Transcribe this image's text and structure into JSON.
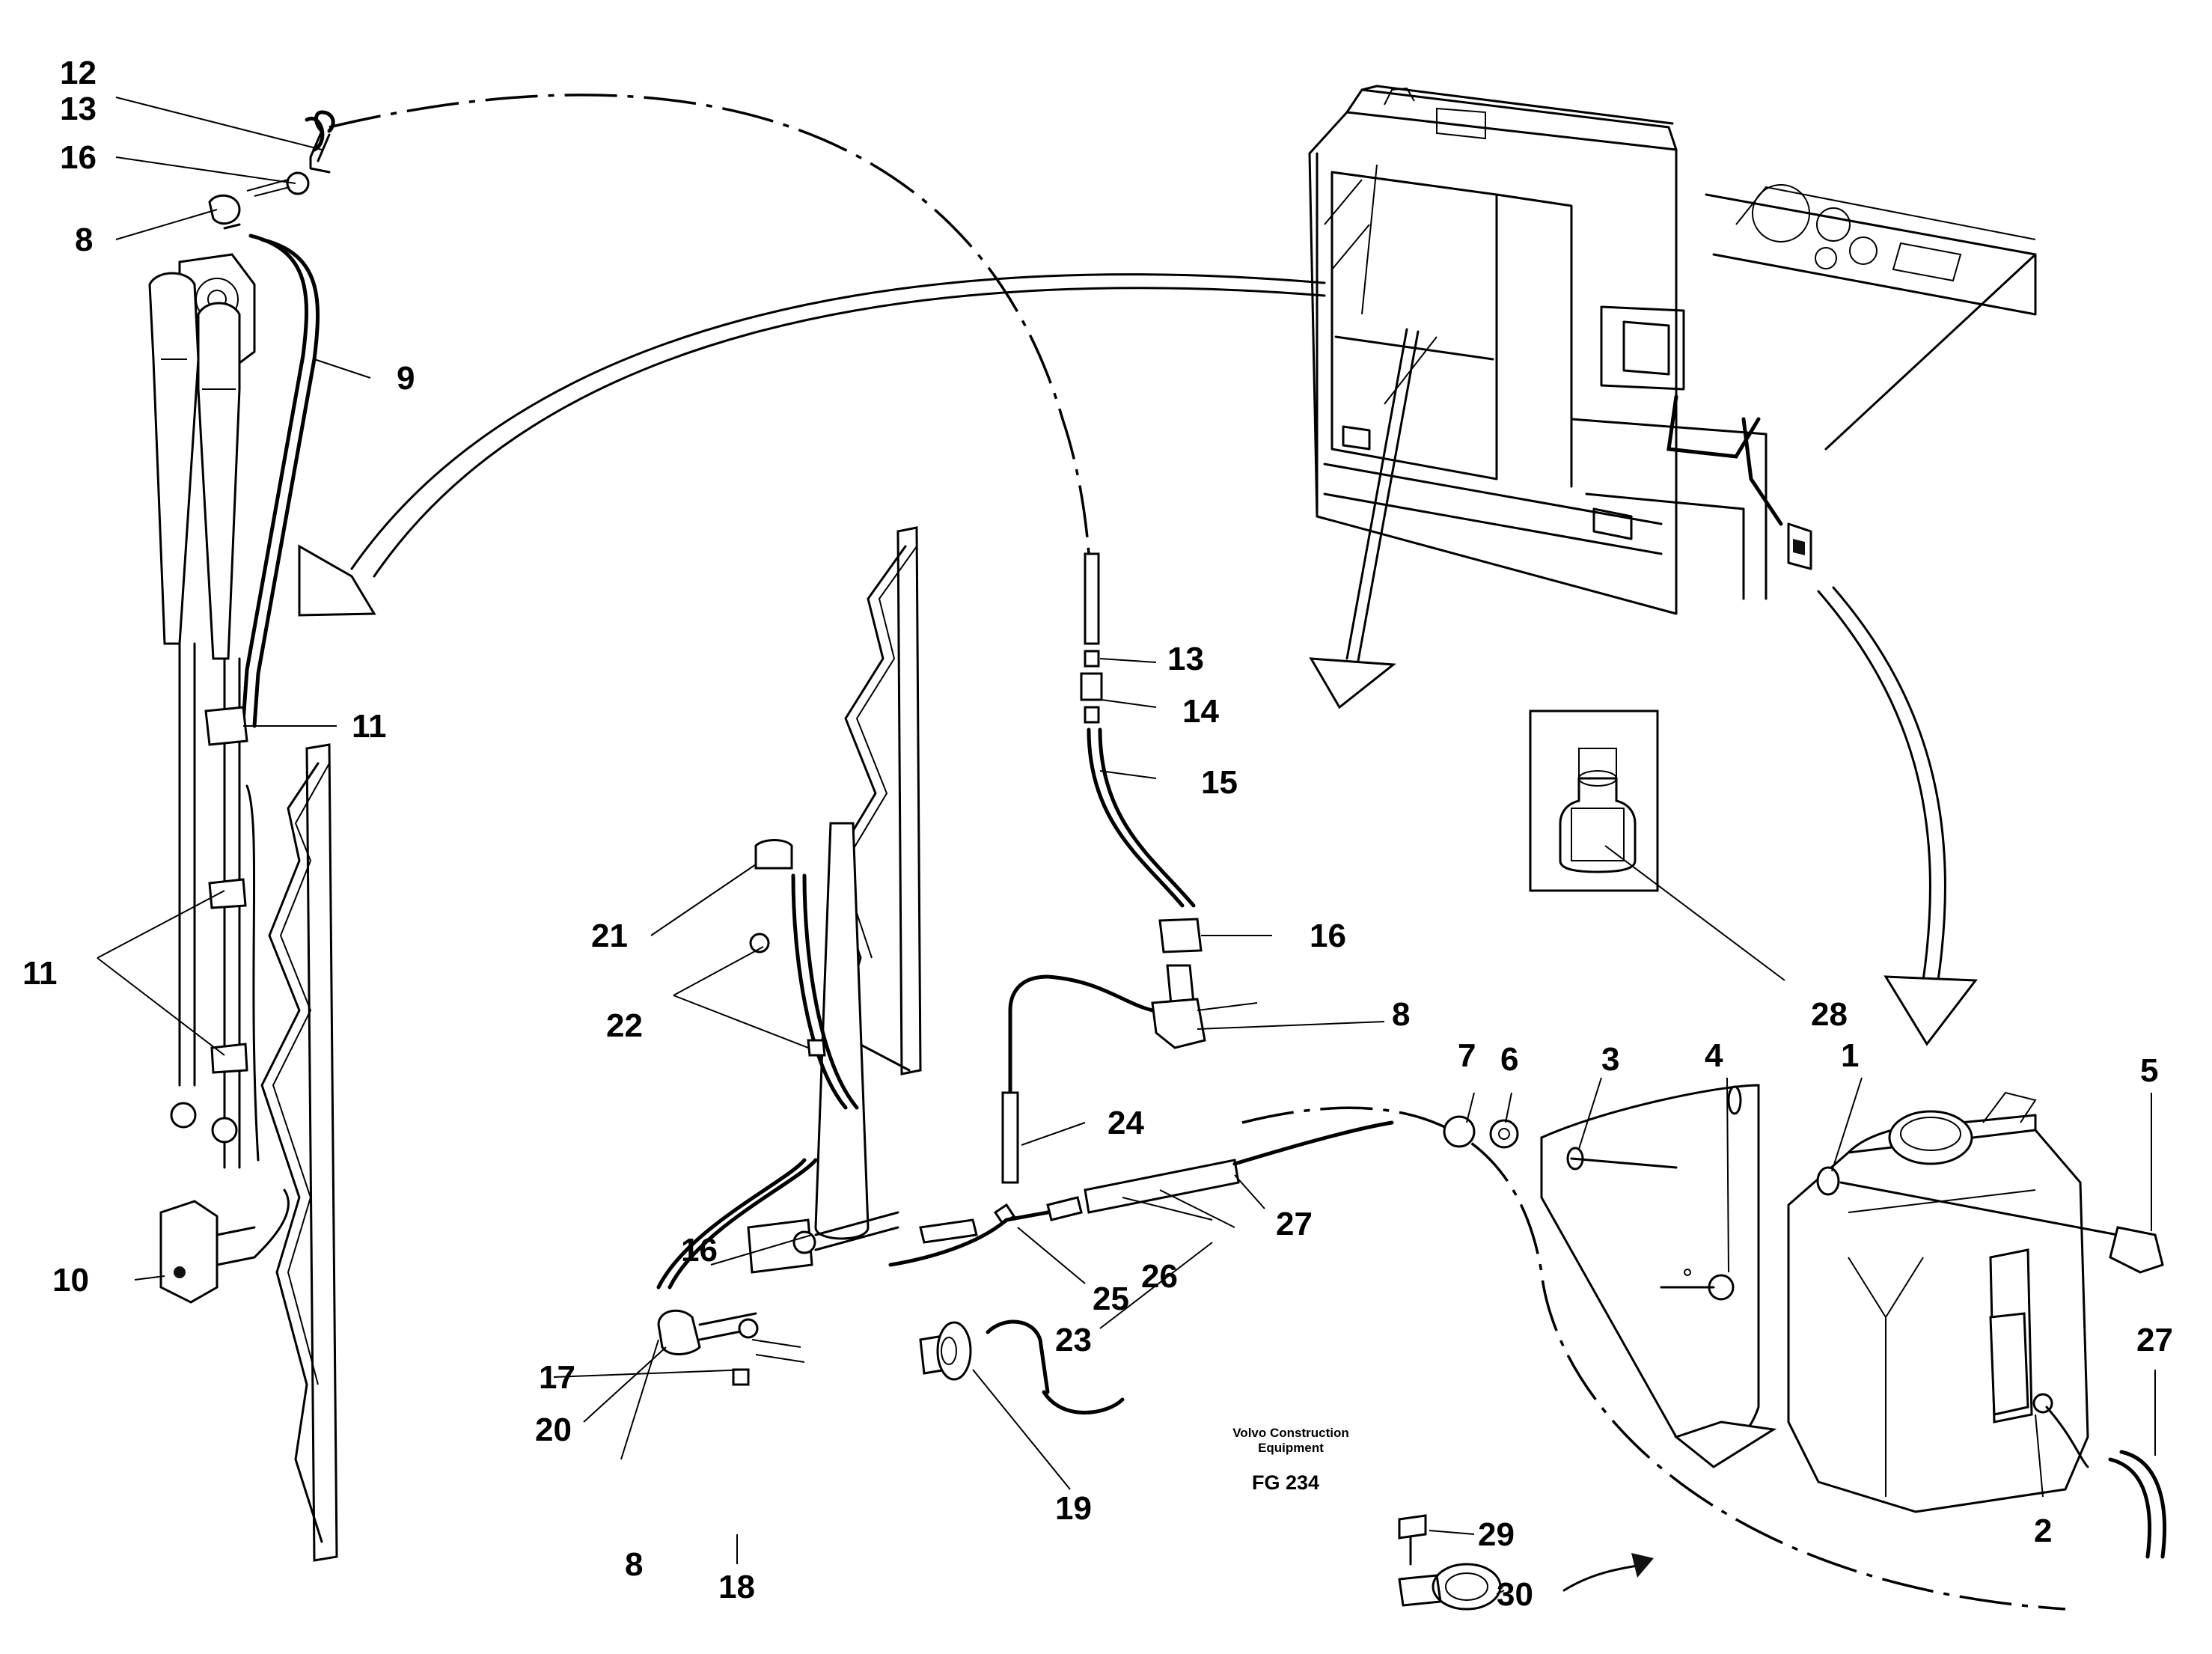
{
  "figure": {
    "manufacturer_line1": "Volvo Construction",
    "manufacturer_line2": "Equipment",
    "code": "FG 234"
  },
  "callouts": {
    "c1": "1",
    "c2": "2",
    "c3": "3",
    "c4": "4",
    "c5": "5",
    "c6": "6",
    "c7": "7",
    "c8a": "8",
    "c8b": "8",
    "c8c": "8",
    "c9": "9",
    "c10": "10",
    "c11a": "11",
    "c11b": "11",
    "c12": "12",
    "c13a": "13",
    "c13b": "13",
    "c14": "14",
    "c15": "15",
    "c16a": "16",
    "c16b": "16",
    "c16c": "16",
    "c17": "17",
    "c18": "18",
    "c19": "19",
    "c20": "20",
    "c21": "21",
    "c22": "22",
    "c23": "23",
    "c24": "24",
    "c25": "25",
    "c26": "26",
    "c27a": "27",
    "c27b": "27",
    "c28": "28",
    "c29": "29",
    "c30": "30"
  }
}
